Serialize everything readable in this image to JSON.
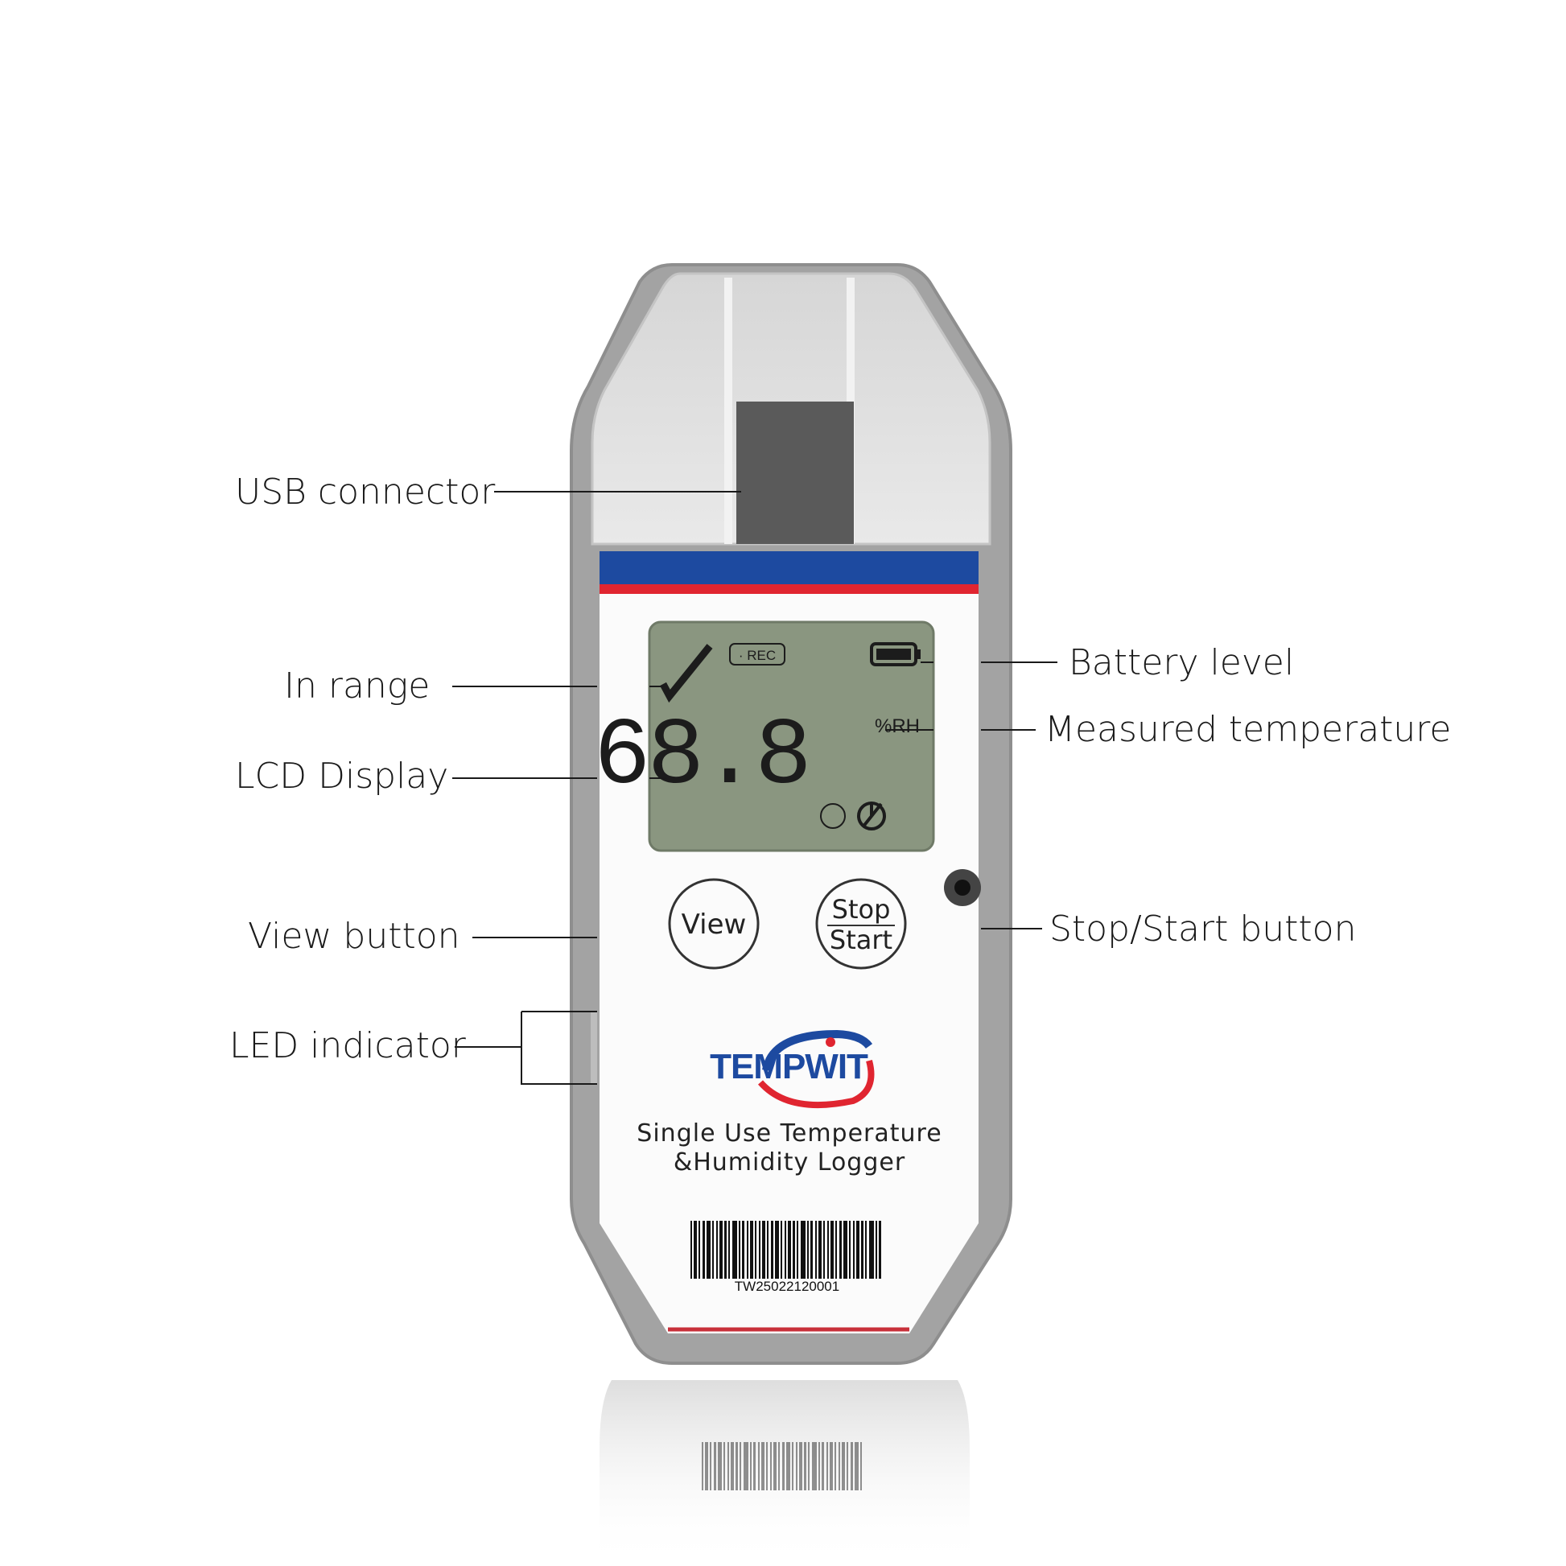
{
  "callouts": {
    "usb_connector": "USB connector",
    "in_range": "In range",
    "lcd_display": "LCD Display",
    "view_button": "View button",
    "led_indicator": "LED indicator",
    "battery_level": "Battery level",
    "measured_temperature": "Measured temperature",
    "stop_start_button": "Stop/Start button"
  },
  "lcd": {
    "rec_label": "· REC",
    "reading": "68.8",
    "unit": "%RH",
    "battery_fraction": 1.0
  },
  "buttons": {
    "view": "View",
    "stop": "Stop",
    "start": "Start"
  },
  "label": {
    "brand": "TEMPWIT",
    "product_line1": "Single Use Temperature",
    "product_line2": "&Humidity Logger",
    "serial": "TW25022120001"
  },
  "colors": {
    "band_blue": "#1d4aa0",
    "band_red": "#e02530",
    "lcd_bg": "#8a9680",
    "housing": "#9a9a9a"
  }
}
